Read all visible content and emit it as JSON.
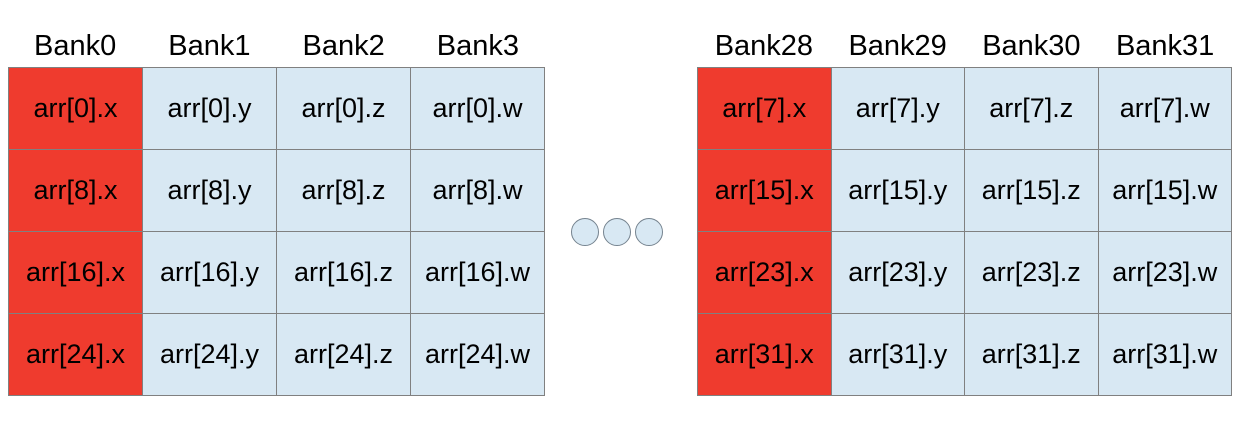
{
  "left_table": {
    "headers": [
      "Bank0",
      "Bank1",
      "Bank2",
      "Bank3"
    ],
    "rows": [
      [
        "arr[0].x",
        "arr[0].y",
        "arr[0].z",
        "arr[0].w"
      ],
      [
        "arr[8].x",
        "arr[8].y",
        "arr[8].z",
        "arr[8].w"
      ],
      [
        "arr[16].x",
        "arr[16].y",
        "arr[16].z",
        "arr[16].w"
      ],
      [
        "arr[24].x",
        "arr[24].y",
        "arr[24].z",
        "arr[24].w"
      ]
    ]
  },
  "right_table": {
    "headers": [
      "Bank28",
      "Bank29",
      "Bank30",
      "Bank31"
    ],
    "rows": [
      [
        "arr[7].x",
        "arr[7].y",
        "arr[7].z",
        "arr[7].w"
      ],
      [
        "arr[15].x",
        "arr[15].y",
        "arr[15].z",
        "arr[15].w"
      ],
      [
        "arr[23].x",
        "arr[23].y",
        "arr[23].z",
        "arr[23].w"
      ],
      [
        "arr[31].x",
        "arr[31].y",
        "arr[31].z",
        "arr[31].w"
      ]
    ]
  },
  "ellipsis": {
    "dot_count": 3
  },
  "colors": {
    "conflict_cell": "#EF3B2E",
    "normal_cell": "#D8E8F3",
    "border": "#808080",
    "dot_border": "#75838F"
  }
}
